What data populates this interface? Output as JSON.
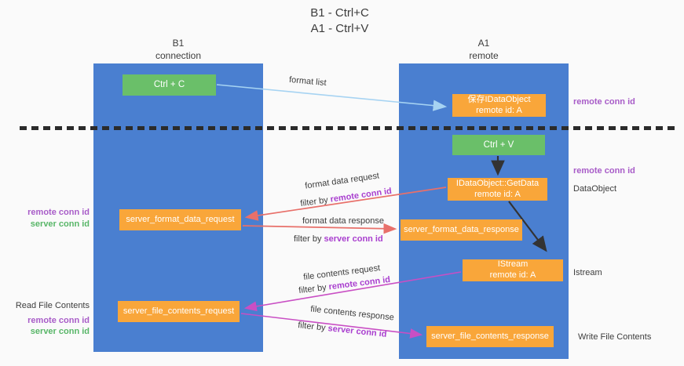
{
  "colors": {
    "background": "#fafafa",
    "column_blue": "#4a7fd0",
    "box_green": "#6abf69",
    "box_orange": "#f9a63a",
    "annotation_purple": "#a85cc8",
    "annotation_green": "#58b668",
    "filter_highlight_purple": "#a93fcf",
    "arrow_lightblue": "#a6d3f2",
    "arrow_red": "#e8706a",
    "arrow_magenta": "#c94fc4",
    "arrow_black": "#333333",
    "text_dark": "#3d3d3d"
  },
  "title": {
    "line1": "B1 - Ctrl+C",
    "line2": "A1 - Ctrl+V"
  },
  "columns": {
    "left": {
      "name": "B1",
      "subtitle": "connection"
    },
    "right": {
      "name": "A1",
      "subtitle": "remote"
    }
  },
  "boxes": {
    "ctrl_c": {
      "label": "Ctrl + C"
    },
    "save_idataobject": {
      "line1": "保存IDataObject",
      "line2": "remote id: A"
    },
    "ctrl_v": {
      "label": "Ctrl + V"
    },
    "getdata": {
      "line1": "IDataObject::GetData",
      "line2": "remote id: A"
    },
    "format_request": {
      "label": "server_format_data_request"
    },
    "format_response": {
      "label": "server_format_data_response"
    },
    "istream": {
      "line1": "IStream",
      "line2": "remote id: A"
    },
    "file_request": {
      "label": "server_file_contents_request"
    },
    "file_response": {
      "label": "server_file_contents_response"
    }
  },
  "flow_labels": {
    "format_list": "format list",
    "format_data_request": "format data request",
    "format_data_response": "format data response",
    "file_contents_request": "file contents request",
    "file_contents_response": "file contents response",
    "filter_by": "filter by ",
    "remote_conn_id": "remote conn id",
    "server_conn_id": "server conn id"
  },
  "annotations": {
    "right": {
      "remote_conn_id_top": "remote conn id",
      "remote_conn_id_mid": "remote conn id",
      "dataobject": "DataObject",
      "istream": "Istream",
      "write_file_contents": "Write File Contents"
    },
    "left": {
      "remote_conn_id_mid": "remote conn id",
      "server_conn_id_mid": "server conn id",
      "read_file_contents": "Read File Contents",
      "remote_conn_id_bottom": "remote conn id",
      "server_conn_id_bottom": "server conn id"
    }
  }
}
